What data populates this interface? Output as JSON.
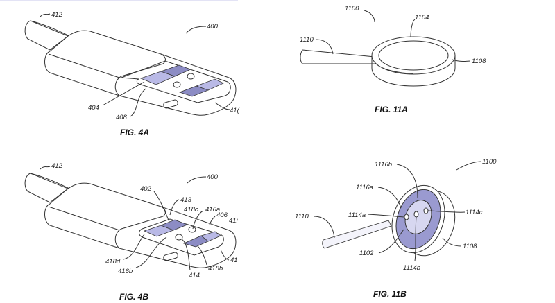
{
  "fig4a": {
    "caption": "FIG. 4A",
    "labels": {
      "cable": "412",
      "assembly": "400",
      "contact": "404",
      "recess": "408",
      "housing": "41("
    }
  },
  "fig4b": {
    "caption": "FIG. 4B",
    "labels": {
      "cable": "412",
      "assembly": "400",
      "pad": "402",
      "l413": "413",
      "l418c": "418c",
      "l416a": "416a",
      "l406": "406",
      "l41a": "41i",
      "l418d": "418d",
      "l416b": "416b",
      "l414": "414",
      "l418b": "418b",
      "l41b": "41"
    }
  },
  "fig11a": {
    "caption": "FIG. 11A",
    "labels": {
      "assembly": "1100",
      "face": "1104",
      "cable": "1110",
      "body": "1108"
    }
  },
  "fig11b": {
    "caption": "FIG. 11B",
    "labels": {
      "assembly": "1100",
      "l1116b": "1116b",
      "l1116a": "1116a",
      "l1114a": "1114a",
      "l1114c": "1114c",
      "cable": "1110",
      "l1102": "1102",
      "body": "1108",
      "l1114b": "1114b"
    }
  }
}
